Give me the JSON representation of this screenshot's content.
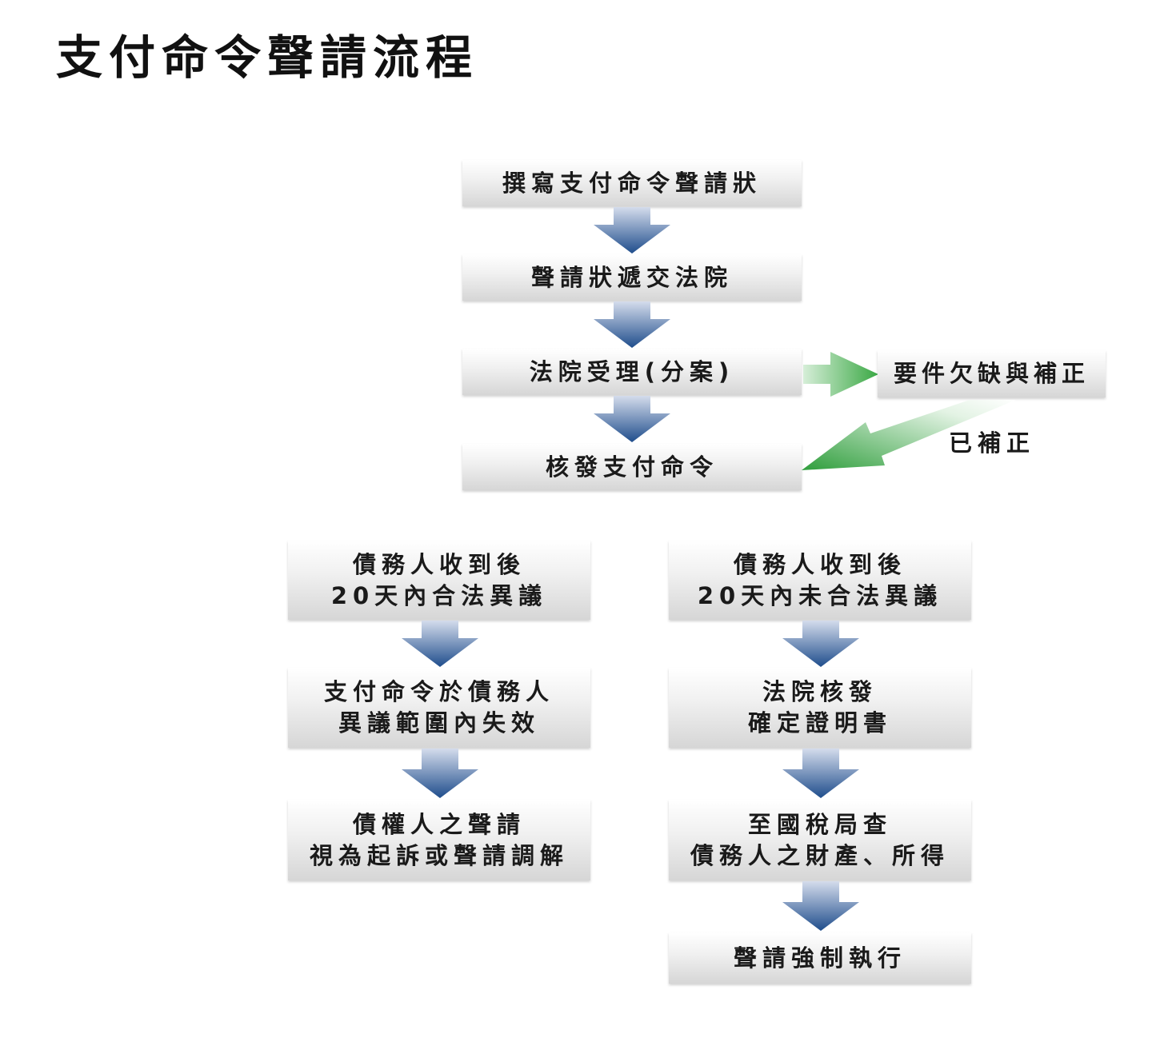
{
  "title": "支付命令聲請流程",
  "colors": {
    "blue_arrow": "#1f4d8c",
    "green_arrow": "#3aa844"
  },
  "main_flow": [
    "撰寫支付命令聲請狀",
    "聲請狀遞交法院",
    "法院受理(分案)",
    "核發支付命令"
  ],
  "side": {
    "box": "要件欠缺與補正",
    "return_label": "已補正"
  },
  "left_branch": [
    [
      "債務人收到後",
      "20天內合法異議"
    ],
    [
      "支付命令於債務人",
      "異議範圍內失效"
    ],
    [
      "債權人之聲請",
      "視為起訴或聲請調解"
    ]
  ],
  "right_branch": [
    [
      "債務人收到後",
      "20天內未合法異議"
    ],
    [
      "法院核發",
      "確定證明書"
    ],
    [
      "至國稅局查",
      "債務人之財產、所得"
    ],
    [
      "聲請強制執行"
    ]
  ]
}
